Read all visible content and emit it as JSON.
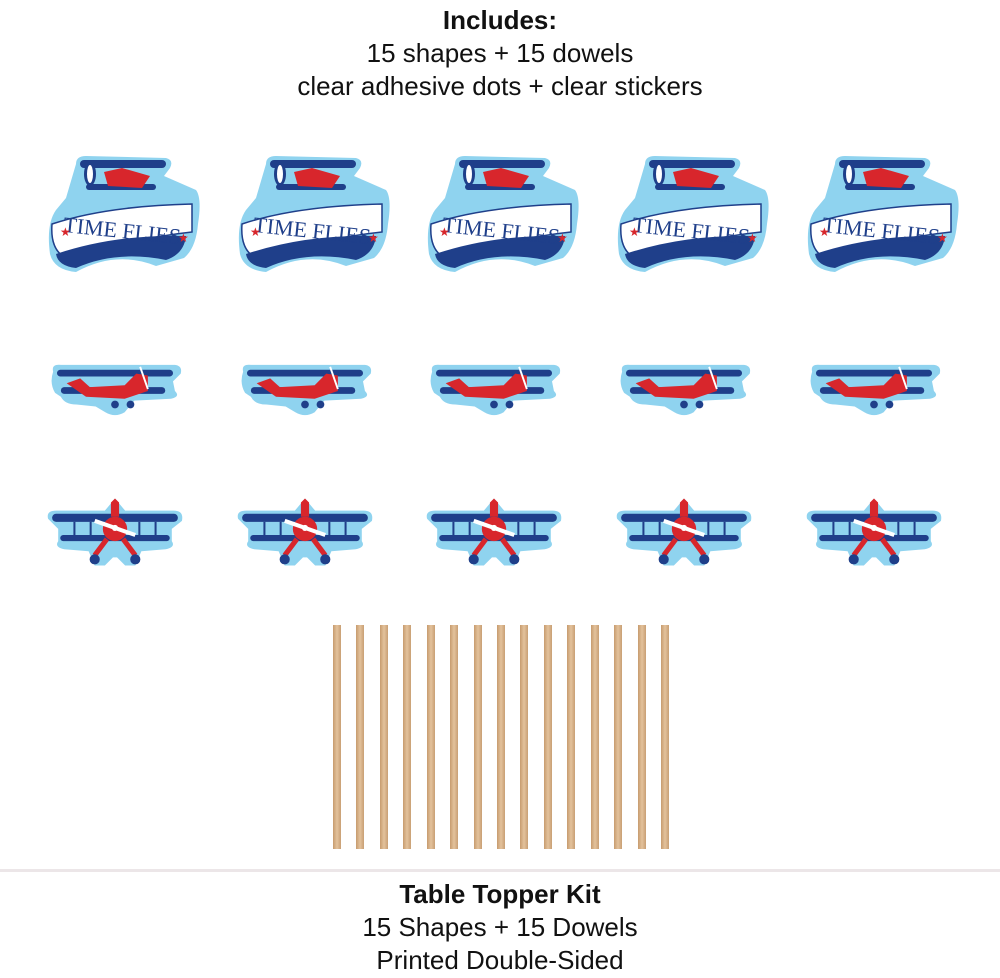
{
  "header": {
    "title": "Includes:",
    "line1": "15 shapes + 15 dowels",
    "line2": "clear adhesive dots + clear stickers"
  },
  "artwork": {
    "badge_text": "TIME FLIES"
  },
  "shapes": {
    "rows": [
      {
        "name": "time-flies-badge",
        "count": 5
      },
      {
        "name": "side-view-biplane",
        "count": 5
      },
      {
        "name": "front-view-biplane",
        "count": 5
      }
    ],
    "dowel_count": 15
  },
  "colors": {
    "navy": "#1f3f8a",
    "red": "#d8262c",
    "light_blue": "#8fd3ef",
    "dowel": "#d9b48c"
  },
  "footer": {
    "title": "Table Topper Kit",
    "line1": "15 Shapes + 15 Dowels",
    "line2": "Printed Double-Sided"
  }
}
